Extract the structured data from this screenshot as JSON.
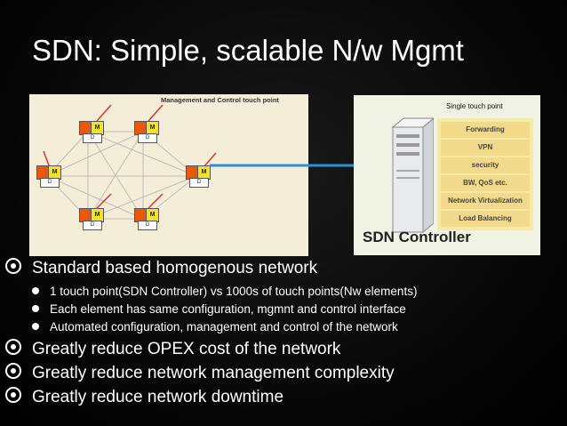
{
  "slide": {
    "title": "SDN: Simple, scalable N/w Mgmt",
    "diagram_left": {
      "caption": "Management and Control touch point",
      "node_top_label": "M",
      "node_bottom_label": "D"
    },
    "diagram_right": {
      "single_touch_label": "Single touch point",
      "stack": [
        "Forwarding",
        "VPN",
        "security",
        "BW, QoS etc.",
        "Network Virtualization",
        "Load Balancing"
      ],
      "controller_label": "SDN Controller"
    },
    "bullets": [
      {
        "level": 1,
        "text": "Standard based homogenous network"
      },
      {
        "level": 2,
        "text": "1 touch point(SDN Controller) vs 1000s of touch points(Nw elements)"
      },
      {
        "level": 2,
        "text": "Each element has same configuration, mgmnt and control interface"
      },
      {
        "level": 2,
        "text": "Automated configuration, management and control of the network"
      },
      {
        "level": 1,
        "text": "Greatly reduce OPEX cost of the network"
      },
      {
        "level": 1,
        "text": "Greatly reduce network management complexity"
      },
      {
        "level": 1,
        "text": "Greatly reduce network downtime"
      }
    ],
    "colors": {
      "arrow": "#2f8fd6",
      "node_red": "#e8590c",
      "node_yellow": "#f3e22b"
    }
  }
}
